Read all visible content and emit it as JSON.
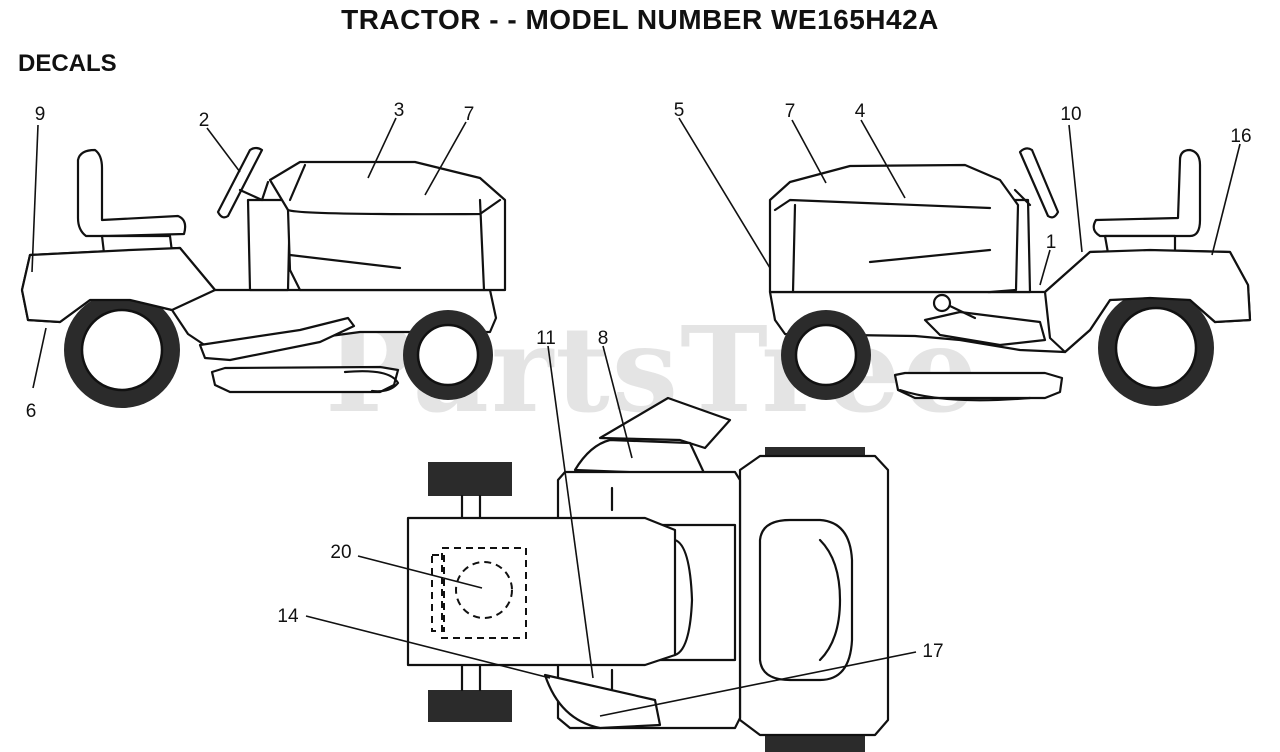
{
  "header": {
    "title": "TRACTOR - - MODEL NUMBER WE165H42A",
    "section": "DECALS"
  },
  "watermark": "PartsTree",
  "callouts": {
    "c1": "1",
    "c2": "2",
    "c3": "3",
    "c4": "4",
    "c5": "5",
    "c6": "6",
    "c7a": "7",
    "c7b": "7",
    "c8": "8",
    "c9": "9",
    "c10": "10",
    "c11": "11",
    "c14": "14",
    "c16": "16",
    "c17": "17",
    "c20": "20"
  }
}
